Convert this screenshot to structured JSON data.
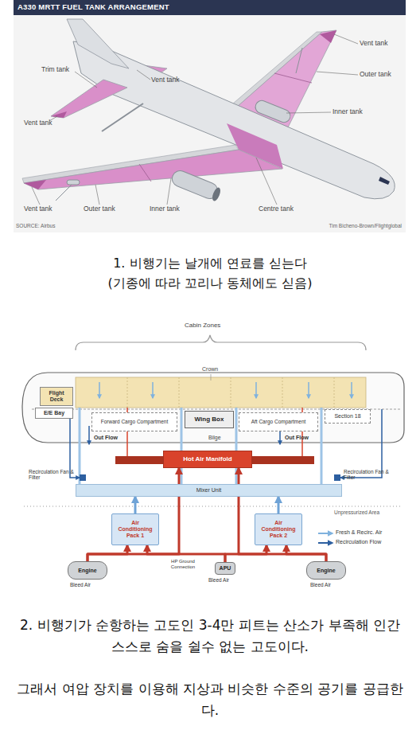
{
  "diagram": {
    "title": "A330 MRTT FUEL TANK ARRANGEMENT",
    "nodes": [
      {
        "text": [
          "Flight Deck"
        ]
      },
      {
        "text": [
          "E/E Bay"
        ]
      },
      {
        "text": [
          "Forward Cargo Compartment"
        ]
      },
      {
        "text": [
          "Wing Box"
        ]
      },
      {
        "text": [
          "Aft Cargo Compartment"
        ]
      },
      {
        "text": [
          "Section 18"
        ]
      },
      {
        "text": [
          "Hot Air Manifold"
        ]
      },
      {
        "text": [
          "Mixer Unit"
        ]
      },
      {
        "text": [
          "Air Conditioning Pack 1"
        ]
      },
      {
        "text": [
          "Air Conditioning Pack 2"
        ]
      },
      {
        "text": [
          "Engine"
        ]
      },
      {
        "text": [
          "APU"
        ]
      },
      {
        "text": [
          "Engine"
        ]
      }
    ],
    "edges": [
      {
        "from": 10,
        "to": 8,
        "arrow": "to"
      },
      {
        "from": 11,
        "to": 8,
        "arrow": "to"
      },
      {
        "from": 11,
        "to": 9,
        "arrow": "to"
      },
      {
        "from": 12,
        "to": 9,
        "arrow": "to"
      },
      {
        "from": 8,
        "to": 7,
        "arrow": "to"
      },
      {
        "from": 9,
        "to": 7,
        "arrow": "to"
      },
      {
        "from": 10,
        "to": 6,
        "arrow": "to"
      },
      {
        "from": 12,
        "to": 6,
        "arrow": "to"
      }
    ],
    "labels": [
      "Vent tank",
      "Trim tank",
      "Outer tank",
      "Vent tank",
      "Inner tank",
      "Vent tank",
      "Vent tank",
      "Outer tank",
      "Inner tank",
      "Centre tank",
      "SOURCE: Airbus",
      "Tim Bicheno-Brown/Flightglobal",
      "1. 비행기는 날개에 연료를 싣는다",
      "(기종에 따라 꼬리나 동체에도 싣음)",
      "Cabin Zones",
      "Crown",
      "Bilge",
      "Out Flow",
      "Out Flow",
      "Recirculation Fan & Filter",
      "Recirculation Fan & Filter",
      "Unpressurized Area",
      "HP Ground Connection",
      "Bleed Air",
      "Bleed Air",
      "Bleed Air",
      "2. 비행기가 순항하는 고도인 3-4만 피트는 산소가 부족해 인간 스스로 숨을 쉴수 없는 고도이다.",
      "그래서 여압 장치를 이용해 지상과 비슷한 수준의 공기를 공급한다."
    ],
    "legend": [
      {
        "text": "Fresh & Recirc. Air"
      },
      {
        "text": "Recirculation Flow"
      }
    ]
  }
}
